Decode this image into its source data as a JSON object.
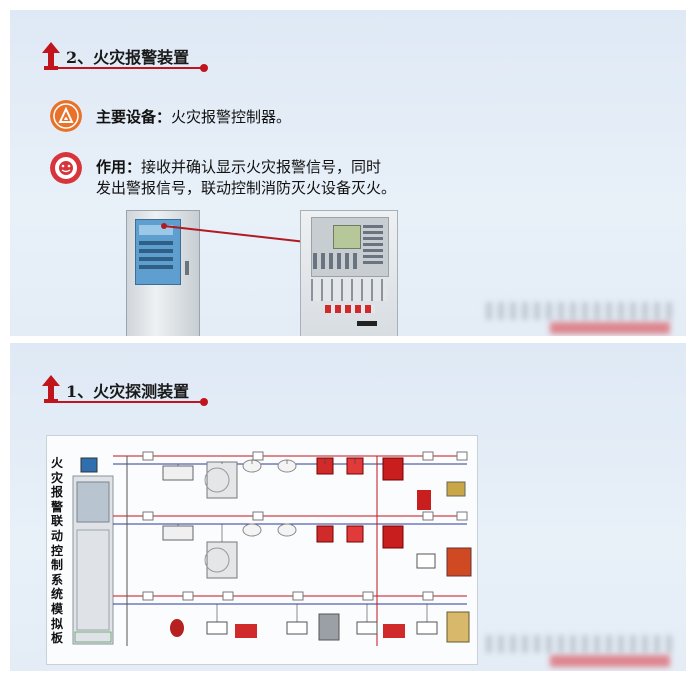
{
  "panel_top": {
    "section_title": "2、火灾报警装置",
    "equipment_label": "主要设备：",
    "equipment_value": "火灾报警控制器。",
    "function_label": "作用：",
    "function_line1": "接收并确认显示火灾报警信号，同时",
    "function_line2": "发出警报信号，联动控制消防灭火设备灭火。"
  },
  "panel_bottom": {
    "section_title": "1、火灾探测装置",
    "diagram_vertical_title": "火灾报警联动控制系统模拟板"
  },
  "colors": {
    "accent_red": "#c0151d",
    "icon_orange": "#e8722a",
    "icon_red": "#d8343b",
    "panel_bg": "#e2ebf6"
  },
  "icons": {
    "section_marker": "red-up-arrow-icon",
    "equipment_marker": "flame-alert-icon",
    "function_marker": "alarm-face-icon"
  }
}
